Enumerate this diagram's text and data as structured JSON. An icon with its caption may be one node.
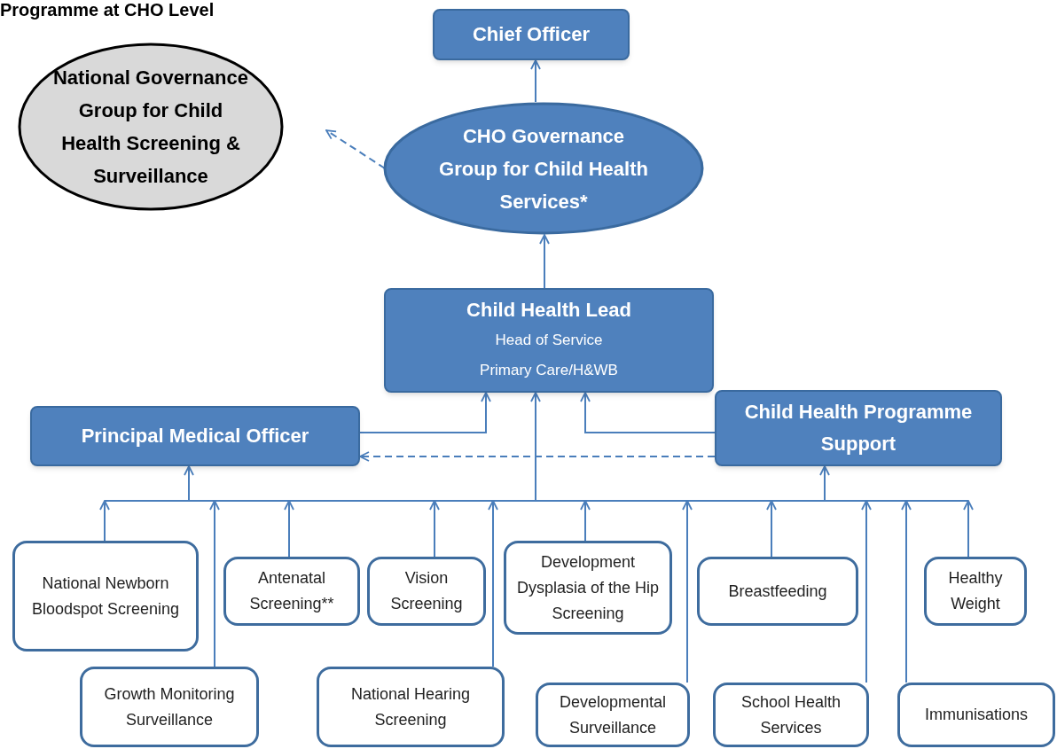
{
  "diagram": {
    "title": "Programme at CHO Level",
    "nodes": [
      {
        "text": [
          "Chief Officer"
        ]
      },
      {
        "text": [
          "National Governance Group for Child Health Screening & Surveillance"
        ]
      },
      {
        "text": [
          "CHO Governance Group for Child Health Services*"
        ]
      },
      {
        "text": [
          "Child Health Lead",
          "Head of Service",
          "Primary Care/H&WB"
        ]
      },
      {
        "text": [
          "Principal Medical Officer"
        ]
      },
      {
        "text": [
          "Child Health Programme Support"
        ]
      },
      {
        "text": [
          "National Newborn Bloodspot Screening"
        ]
      },
      {
        "text": [
          "Antenatal Screening**"
        ]
      },
      {
        "text": [
          "Vision Screening"
        ]
      },
      {
        "text": [
          "Development Dysplasia of the Hip Screening"
        ]
      },
      {
        "text": [
          "Breastfeeding"
        ]
      },
      {
        "text": [
          "Healthy Weight"
        ]
      },
      {
        "text": [
          "Growth Monitoring Surveillance"
        ]
      },
      {
        "text": [
          "National Hearing Screening"
        ]
      },
      {
        "text": [
          "Developmental Surveillance"
        ]
      },
      {
        "text": [
          "School Health Services"
        ]
      },
      {
        "text": [
          "Immunisations"
        ]
      }
    ],
    "edges": [
      {
        "from": 2,
        "to": 0,
        "arrow": "to"
      },
      {
        "from": 2,
        "to": 1,
        "arrow": "to",
        "style": "dashed"
      },
      {
        "from": 3,
        "to": 2,
        "arrow": "to"
      },
      {
        "from": 4,
        "to": 3,
        "arrow": "to"
      },
      {
        "from": 5,
        "to": 3,
        "arrow": "to"
      },
      {
        "from": 5,
        "to": 4,
        "arrow": "to",
        "style": "dashed"
      },
      {
        "from": 6,
        "to": 3,
        "arrow": "to"
      },
      {
        "from": 6,
        "to": 4,
        "arrow": "to"
      },
      {
        "from": 6,
        "to": 5,
        "arrow": "to"
      },
      {
        "from": 7,
        "to": 3,
        "arrow": "to"
      },
      {
        "from": 7,
        "to": 4,
        "arrow": "to"
      },
      {
        "from": 7,
        "to": 5,
        "arrow": "to"
      },
      {
        "from": 8,
        "to": 3,
        "arrow": "to"
      },
      {
        "from": 8,
        "to": 4,
        "arrow": "to"
      },
      {
        "from": 8,
        "to": 5,
        "arrow": "to"
      },
      {
        "from": 9,
        "to": 3,
        "arrow": "to"
      },
      {
        "from": 9,
        "to": 4,
        "arrow": "to"
      },
      {
        "from": 9,
        "to": 5,
        "arrow": "to"
      },
      {
        "from": 10,
        "to": 3,
        "arrow": "to"
      },
      {
        "from": 10,
        "to": 4,
        "arrow": "to"
      },
      {
        "from": 10,
        "to": 5,
        "arrow": "to"
      },
      {
        "from": 11,
        "to": 3,
        "arrow": "to"
      },
      {
        "from": 11,
        "to": 4,
        "arrow": "to"
      },
      {
        "from": 11,
        "to": 5,
        "arrow": "to"
      },
      {
        "from": 12,
        "to": 3,
        "arrow": "to"
      },
      {
        "from": 12,
        "to": 4,
        "arrow": "to"
      },
      {
        "from": 12,
        "to": 5,
        "arrow": "to"
      },
      {
        "from": 13,
        "to": 3,
        "arrow": "to"
      },
      {
        "from": 13,
        "to": 4,
        "arrow": "to"
      },
      {
        "from": 13,
        "to": 5,
        "arrow": "to"
      },
      {
        "from": 14,
        "to": 3,
        "arrow": "to"
      },
      {
        "from": 14,
        "to": 4,
        "arrow": "to"
      },
      {
        "from": 14,
        "to": 5,
        "arrow": "to"
      },
      {
        "from": 15,
        "to": 3,
        "arrow": "to"
      },
      {
        "from": 15,
        "to": 4,
        "arrow": "to"
      },
      {
        "from": 15,
        "to": 5,
        "arrow": "to"
      },
      {
        "from": 16,
        "to": 3,
        "arrow": "to"
      },
      {
        "from": 16,
        "to": 4,
        "arrow": "to"
      },
      {
        "from": 16,
        "to": 5,
        "arrow": "to"
      }
    ]
  }
}
